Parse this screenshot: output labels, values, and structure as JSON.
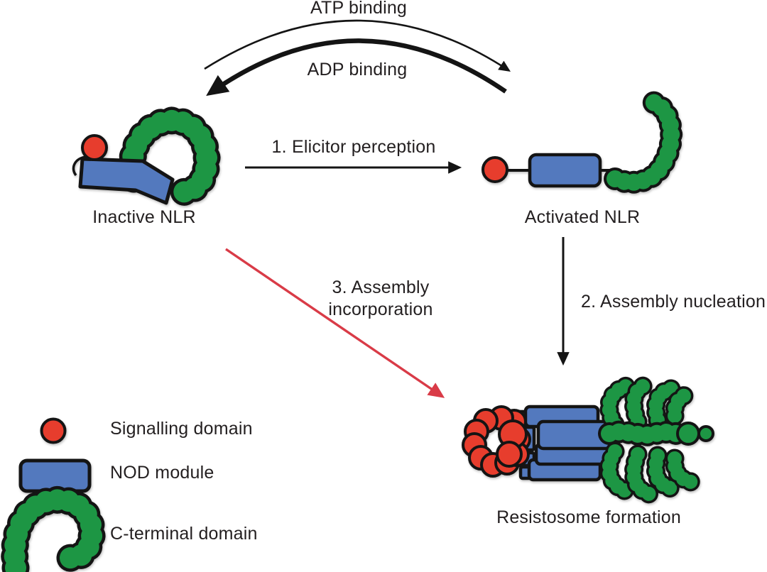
{
  "background": "#ffffff",
  "colors": {
    "signalling_domain": "#e73d2d",
    "nod_module": "#5379be",
    "c_terminal_domain": "#1d9644",
    "incorporation_arrow": "#d93b47",
    "outline": "#141414",
    "text": "#231f20"
  },
  "cycle": {
    "atp_label": "ATP binding",
    "adp_label": "ADP binding"
  },
  "molecules": {
    "inactive": {
      "label": "Inactive NLR"
    },
    "activated": {
      "label": "Activated NLR"
    },
    "resistosome": {
      "label": "Resistosome formation"
    }
  },
  "steps": {
    "elicitor": {
      "label": "1. Elicitor perception"
    },
    "nucleation": {
      "label": "2. Assembly nucleation"
    },
    "incorporation": {
      "label": "3. Assembly\nincorporation"
    }
  },
  "legend": {
    "items": [
      {
        "icon": "signalling-domain-icon",
        "label": "Signalling domain"
      },
      {
        "icon": "nod-module-icon",
        "label": "NOD module"
      },
      {
        "icon": "c-terminal-domain-icon",
        "label": "C-terminal domain"
      }
    ]
  }
}
